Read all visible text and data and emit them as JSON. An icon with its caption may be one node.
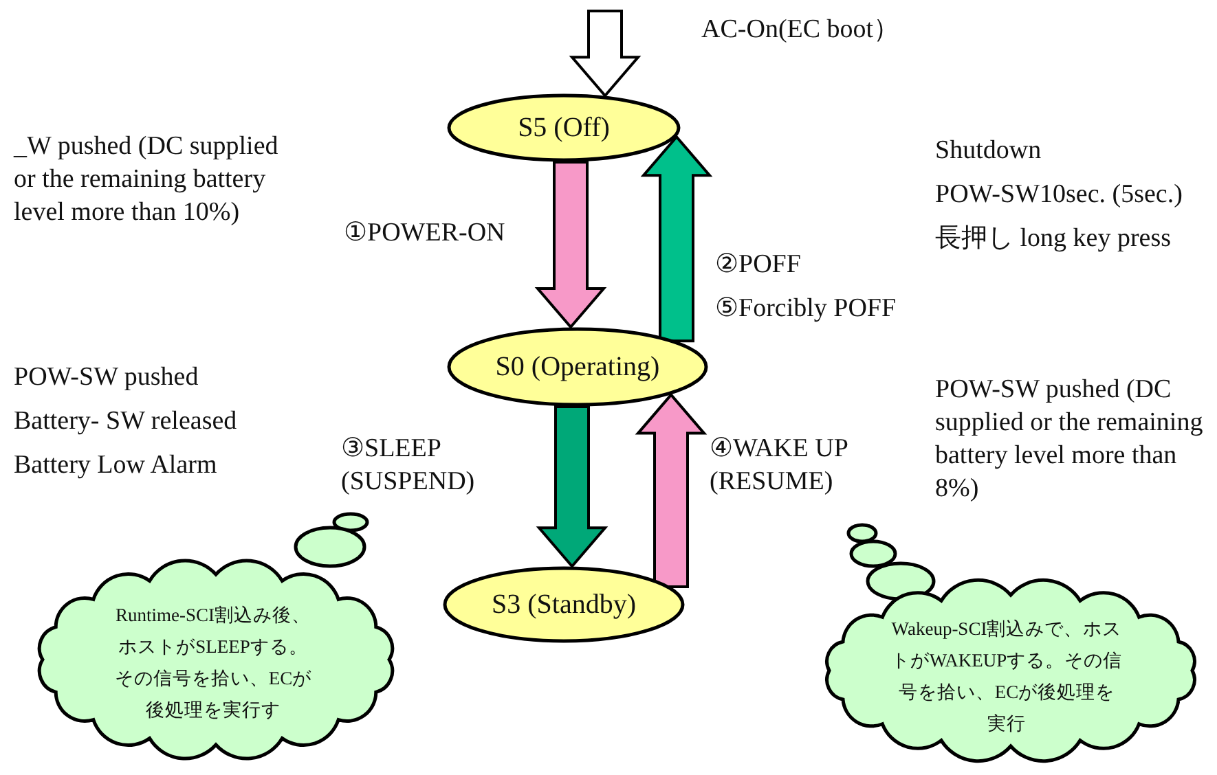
{
  "diagram": {
    "nodes": [
      {
        "text": [
          "S5 (Off)"
        ]
      },
      {
        "text": [
          "S0 (Operating)"
        ]
      },
      {
        "text": [
          "S3 (Standby)"
        ]
      },
      {
        "text": [
          "Runtime-SCI割込み後、ホストがSLEEPする。その信号を拾い、ECが後処理を実行す"
        ]
      },
      {
        "text": [
          "Wakeup-SCI割込みで、ホストがWAKEUPする。その信号を拾い、ECが後処理を実行"
        ]
      }
    ],
    "edges": [
      {
        "from": null,
        "to": 0,
        "arrow": "to",
        "label": "AC-On(EC boot）",
        "color": "#ffffff"
      },
      {
        "from": 0,
        "to": 1,
        "arrow": "to",
        "label": "①POWER-ON",
        "color": "#f799c8"
      },
      {
        "from": 1,
        "to": 0,
        "arrow": "to",
        "label": "②POFF",
        "color": "#00c08b"
      },
      {
        "from": 1,
        "to": 2,
        "arrow": "to",
        "label": "③SLEEP (SUSPEND)",
        "color": "#00a878"
      },
      {
        "from": 2,
        "to": 1,
        "arrow": "to",
        "label": "④WAKE UP (RESUME)",
        "color": "#f799c8"
      }
    ],
    "labels": [
      "_W pushed (DC supplied or the remaining battery level more than 10%)",
      "Shutdown",
      "POW-SW10sec. (5sec.)",
      "長押し long key press",
      "⑤Forcibly POFF",
      "POW-SW pushed",
      "Battery- SW released",
      "Battery Low Alarm",
      "POW-SW pushed (DC supplied or the remaining battery level more than 8%)"
    ]
  }
}
